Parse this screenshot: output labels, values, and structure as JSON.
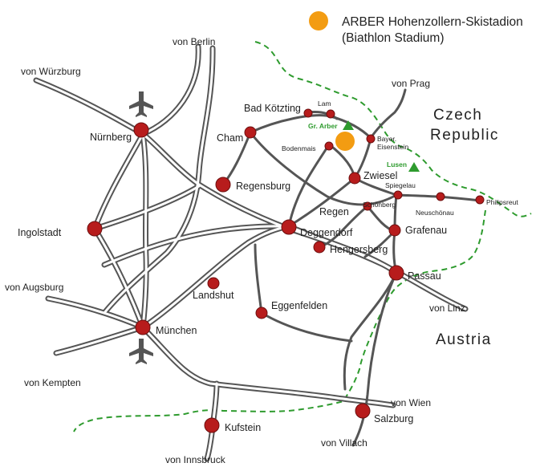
{
  "legend": {
    "line1": "ARBER Hohenzollern-Skistadion",
    "line2": "(Biathlon Stadium)",
    "marker_color": "#f39c12"
  },
  "colors": {
    "road": "#555555",
    "city": "#b71c1c",
    "border": "#2e9b2e",
    "peak": "#2e9b2e"
  },
  "countries": {
    "czech_line1": "Czech",
    "czech_line2": "Republic",
    "austria": "Austria"
  },
  "directions": {
    "berlin": "von Berlin",
    "wuerzburg": "von Würzburg",
    "prag": "von Prag",
    "augsburg": "von Augsburg",
    "kempten": "von Kempten",
    "linz": "von Linz",
    "wien": "von Wien",
    "villach": "von Villach",
    "innsbruck": "von Innsbruck"
  },
  "cities": {
    "nuernberg": "Nürnberg",
    "ingolstadt": "Ingolstadt",
    "regensburg": "Regensburg",
    "cham": "Cham",
    "bad_koetzting": "Bad Kötzting",
    "lam": "Lam",
    "bodenmais": "Bodenmais",
    "bayer_eisenstein_1": "Bayer.",
    "bayer_eisenstein_2": "Eisenstein",
    "zwiesel": "Zwiesel",
    "spiegelau": "Spiegelau",
    "neuschoenau": "Neuschönau",
    "philipsreut": "Philipsreut",
    "schoenberg": "Schönberg",
    "regen": "Regen",
    "deggendorf": "Deggendorf",
    "grafenau": "Grafenau",
    "hengersberg": "Hengersberg",
    "passau": "Passau",
    "landshut": "Landshut",
    "eggenfelden": "Eggenfelden",
    "muenchen": "München",
    "kufstein": "Kufstein",
    "salzburg": "Salzburg"
  },
  "peaks": {
    "gr_arber": "Gr. Arber",
    "lusen": "Lusen"
  },
  "icons": {
    "airport": "airplane-icon",
    "venue": "orange-dot-icon",
    "peak": "triangle-icon"
  }
}
